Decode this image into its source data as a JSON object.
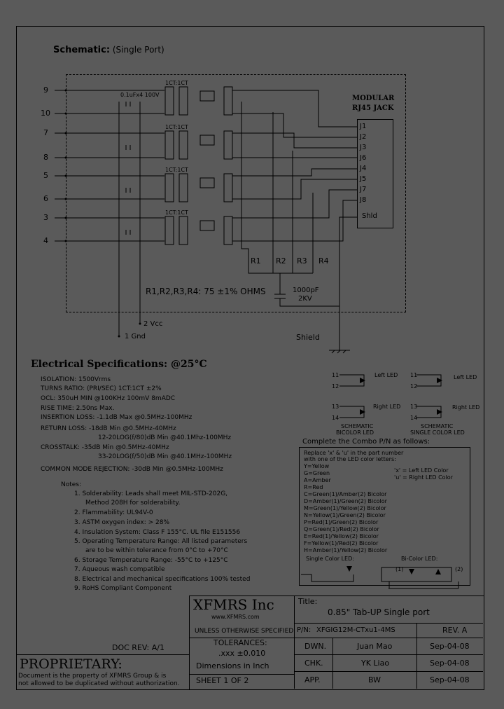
{
  "schematic": {
    "title": "Schematic:",
    "subtitle": "(Single Port)",
    "pins_left": [
      "9",
      "10",
      "7",
      "8",
      "5",
      "6",
      "3",
      "4"
    ],
    "ratio_labels": [
      "1CT:1CT",
      "1CT:1CT",
      "1CT:1CT",
      "1CT:1CT"
    ],
    "cap_label": "0.1uFx4 100V",
    "jack_title_1": "MODULAR",
    "jack_title_2": "RJ45 JACK",
    "jack_pins": [
      "J1",
      "J2",
      "J3",
      "J6",
      "J4",
      "J5",
      "J7",
      "J8",
      "Shld"
    ],
    "resistors": [
      "R1",
      "R2",
      "R3",
      "R4"
    ],
    "resistor_note": "R1,R2,R3,R4: 75 ±1% OHMS",
    "cap2_1": "1000pF",
    "cap2_2": "2KV",
    "vcc": "2 Vcc",
    "gnd": "1 Gnd",
    "shield": "Shield"
  },
  "electrical": {
    "title": "Electrical Specifications: @25°C",
    "specs": [
      "ISOLATION: 1500Vrms",
      "TURNS RATIO: (PRI/SEC) 1CT:1CT ±2%",
      "OCL: 350uH MIN @100KHz 100mV 8mADC",
      "RISE TIME: 2.50ns Max.",
      "INSERTION LOSS: -1.1dB Max @0.5MHz-100MHz",
      "RETURN LOSS: -18dB Min @0.5MHz-40MHz",
      "12-20LOG(f/80)dB Min @40.1Mhz-100MHz",
      "CROSSTALK: -35dB Min @0.5MHz-40MHz",
      "33-20LOG(f/50)dB Min @40.1MHz-100MHz",
      "COMMON MODE REJECTION: -30dB Min @0.5MHz-100MHz"
    ],
    "notes_title": "Notes:",
    "notes": [
      "1. Solderability: Leads shall meet MIL-STD-202G,",
      "Method 208H for solderability.",
      "2. Flammability: UL94V-0",
      "3. ASTM oxygen index: > 28%",
      "4. Insulation System: Class F 155°C. UL file E151556",
      "5. Operating Temperature Range: All listed parameters",
      "are to be within tolerance from 0°C to +70°C",
      "6. Storage Temperature Range: -55°C to +125°C",
      "7. Aqueous wash compatible",
      "8. Electrical and mechanical specifications 100% tested",
      "9. RoHS Compliant Component"
    ]
  },
  "led": {
    "pins_top": [
      "11",
      "12"
    ],
    "pins_bot": [
      "13",
      "14"
    ],
    "left_led": "Left LED",
    "right_led": "Right LED",
    "schematic_bicolor_1": "SCHEMATIC",
    "schematic_bicolor_2": "BICOLOR LED",
    "schematic_single_1": "SCHEMATIC",
    "schematic_single_2": "SINGLE COLOR LED",
    "combo_title": "Complete the Combo P/N as follows:",
    "replace_lines": [
      "Replace 'x' & 'u' in the part number",
      "with one of the LED color letters:"
    ],
    "colors": [
      "Y=Yellow",
      "G=Green",
      "A=Amber",
      "R=Red",
      "C=Green(1)/Amber(2) Bicolor",
      "D=Amber(1)/Green(2) Bicolor",
      "M=Green(1)/Yellow(2) Bicolor",
      "N=Yellow(1)/Green(2) Bicolor",
      "P=Red(1)/Green(2) Bicolor",
      "Q=Green(1)/Red(2) Bicolor",
      "E=Red(1)/Yellow(2) Bicolor",
      "F=Yellow(1)/Red(2) Bicolor",
      "H=Amber(1)/Yellow(2) Bicolor"
    ],
    "x_note": "'x' = Left LED Color",
    "u_note": "'u' = Right LED Color",
    "single_color": "Single Color LED:",
    "bi_color": "Bi-Color LED:",
    "p1": "(1)",
    "p2": "(2)"
  },
  "title_block": {
    "company": "XFMRS Inc",
    "website": "www.XFMRS.com",
    "title_label": "Title:",
    "title_value": "0.85\" Tab-UP Single port",
    "pn_label": "P/N:",
    "pn_value": "XFGIG12M-CTxu1-4MS",
    "rev": "REV. A",
    "unless": "UNLESS OTHERWISE SPECIFIED",
    "tolerances": "TOLERANCES:",
    "tol_value": ".xxx ±0.010",
    "dimensions": "Dimensions in Inch",
    "sheet": "SHEET 1 OF 2",
    "rows": [
      {
        "label": "DWN.",
        "name": "Juan Mao",
        "date": "Sep-04-08"
      },
      {
        "label": "CHK.",
        "name": "YK Liao",
        "date": "Sep-04-08"
      },
      {
        "label": "APP.",
        "name": "BW",
        "date": "Sep-04-08"
      }
    ],
    "doc_rev": "DOC REV: A/1",
    "proprietary": "PROPRIETARY:",
    "prop_text_1": "Document is the property of XFMRS Group & is",
    "prop_text_2": "not allowed to be duplicated without authorization."
  }
}
